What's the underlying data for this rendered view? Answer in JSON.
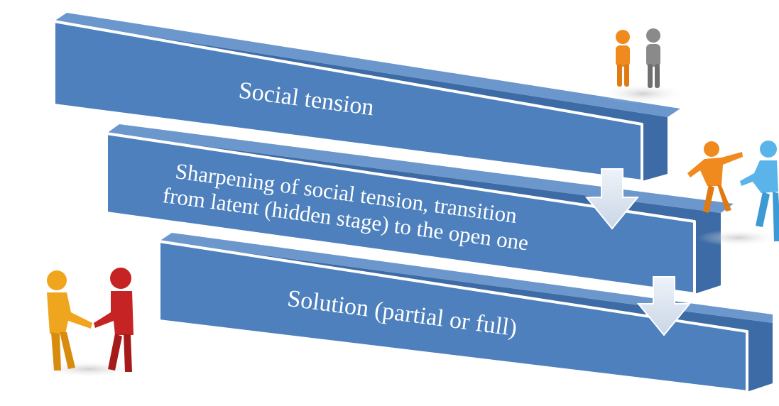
{
  "stages": [
    {
      "label_lines": [
        "Social tension"
      ]
    },
    {
      "label_lines": [
        "Sharpening of social tension, transition",
        "from latent (hidden stage) to the open one"
      ]
    },
    {
      "label_lines": [
        "Solution (partial or full)"
      ]
    }
  ],
  "colors": {
    "box_face": "#4d80bd",
    "box_side": "#3d6ba5",
    "box_edge": "#ffffff",
    "arrow": "#dde6f1",
    "figure_orange": "#f08a1e",
    "figure_gray": "#8a8a8a",
    "figure_blue": "#5ab4ea",
    "figure_red": "#c62424",
    "figure_gold": "#f0a51e"
  },
  "icons": [
    "down-arrow-icon",
    "two-people-talking-icon",
    "people-arguing-icon",
    "handshake-icon"
  ]
}
